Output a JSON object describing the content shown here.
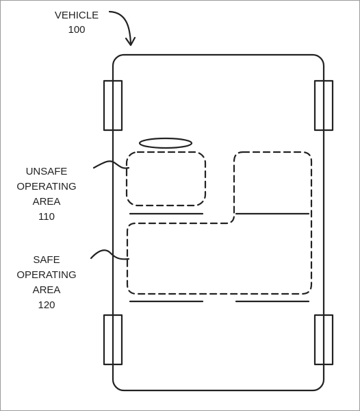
{
  "vehicle": {
    "name": "VEHICLE",
    "ref": "100"
  },
  "unsafe_area": {
    "lines": [
      "UNSAFE",
      "OPERATING",
      "AREA"
    ],
    "ref": "110"
  },
  "safe_area": {
    "lines": [
      "SAFE",
      "OPERATING",
      "AREA"
    ],
    "ref": "120"
  },
  "colors": {
    "stroke": "#222222",
    "border": "#9a9a9a",
    "background": "#ffffff"
  }
}
